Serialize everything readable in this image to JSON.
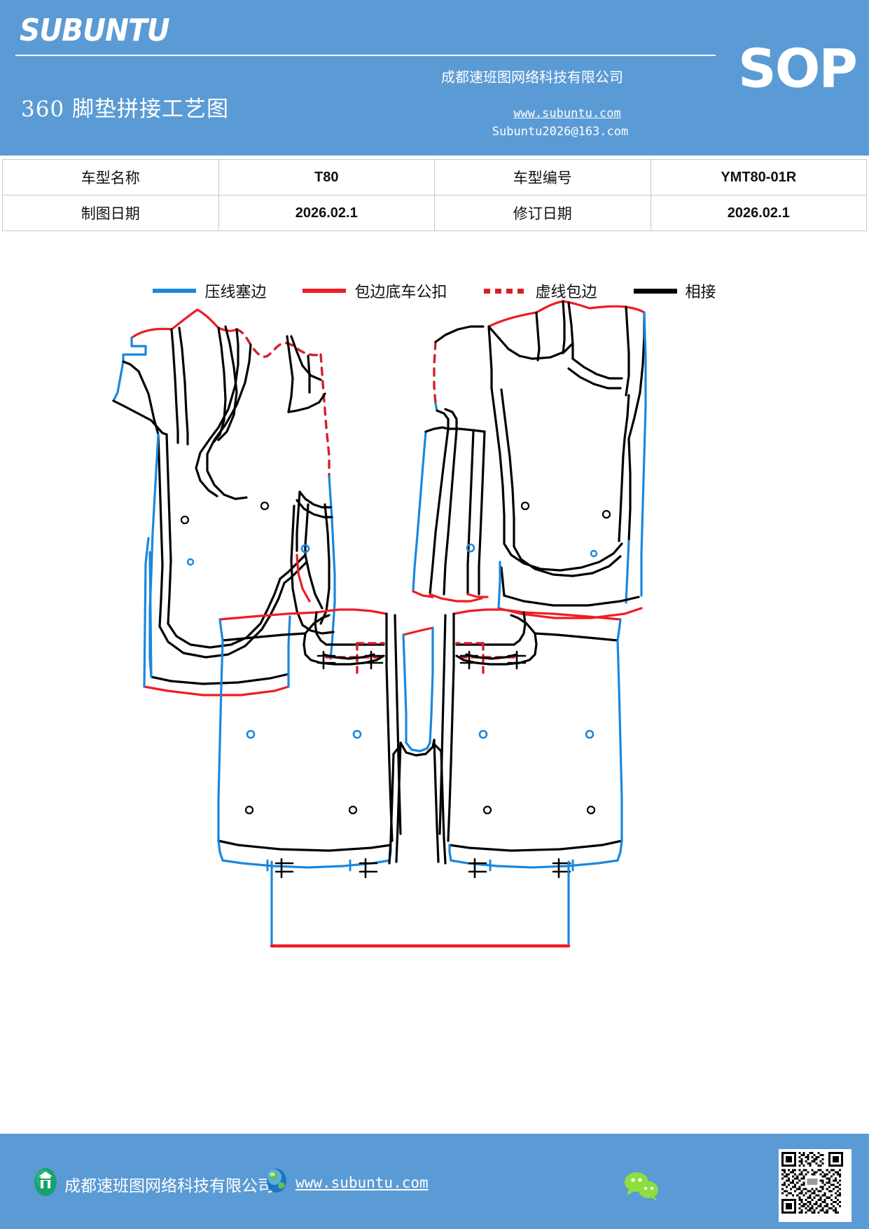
{
  "header": {
    "brand": "SUBUNTU",
    "doc_title": "360 脚垫拼接工艺图",
    "company_cn": "成都速班图网络科技有限公司",
    "sop_label": "SOP",
    "website": "www.subuntu.com",
    "email": "Subuntu2026@163.com",
    "background_color": "#5b9bd5"
  },
  "info_table": {
    "rows": [
      {
        "label1": "车型名称",
        "value1": "T80",
        "label2": "车型编号",
        "value2": "YMT80-01R"
      },
      {
        "label1": "制图日期",
        "value1": "2026.02.1",
        "label2": "修订日期",
        "value2": "2026.02.1"
      }
    ]
  },
  "legend": {
    "items": [
      {
        "label": "压线塞边",
        "style": "solid",
        "color": "#1b87dc"
      },
      {
        "label": "包边底车公扣",
        "style": "solid",
        "color": "#ee1c25"
      },
      {
        "label": "虚线包边",
        "style": "dotted",
        "color": "#d4202a"
      },
      {
        "label": "相接",
        "style": "solid",
        "color": "#000000"
      }
    ]
  },
  "drawing": {
    "panels": [
      {
        "name": "front-left-mat-panel",
        "position": "top-left"
      },
      {
        "name": "front-right-mat-panel",
        "position": "top-right"
      },
      {
        "name": "rear-mat-panel",
        "position": "bottom-center"
      }
    ],
    "colors": {
      "seam": "#000000",
      "press_edge": "#1b87dc",
      "binding": "#ee1c25",
      "dashed_binding": "#d4202a",
      "grommet": "#1b87dc"
    }
  },
  "footer": {
    "company_icon": "building-icon",
    "company": "成都速班图网络科技有限公司",
    "globe_icon": "globe-icon",
    "website": "www.subuntu.com",
    "wechat_icon": "wechat-icon",
    "qr_code": "qr-code",
    "background_color": "#5b9bd5"
  }
}
